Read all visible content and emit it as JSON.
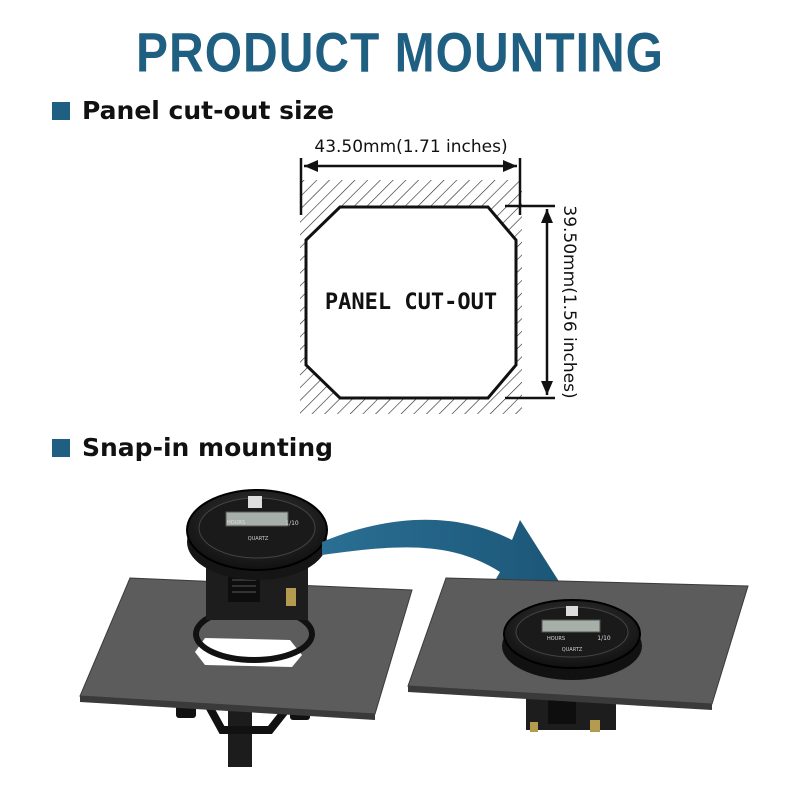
{
  "title": "PRODUCT MOUNTING",
  "sections": {
    "cutout": "Panel cut-out size",
    "snap": "Snap-in mounting"
  },
  "diagram": {
    "width_label": "43.50mm(1.71 inches)",
    "height_label": "39.50mm(1.56 inches)",
    "cutout_label": "PANEL CUT-OUT"
  },
  "meter": {
    "hours_label": "HOURS",
    "fraction_label": "1/10",
    "brand_label": "QUARTZ"
  },
  "colors": {
    "accent": "#1f5f82",
    "panel": "#5c5c5c"
  }
}
